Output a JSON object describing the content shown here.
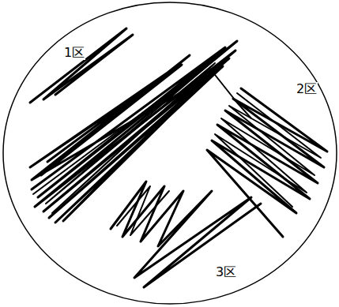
{
  "diagram": {
    "labels": [
      "1区",
      "2区",
      "3区"
    ]
  }
}
